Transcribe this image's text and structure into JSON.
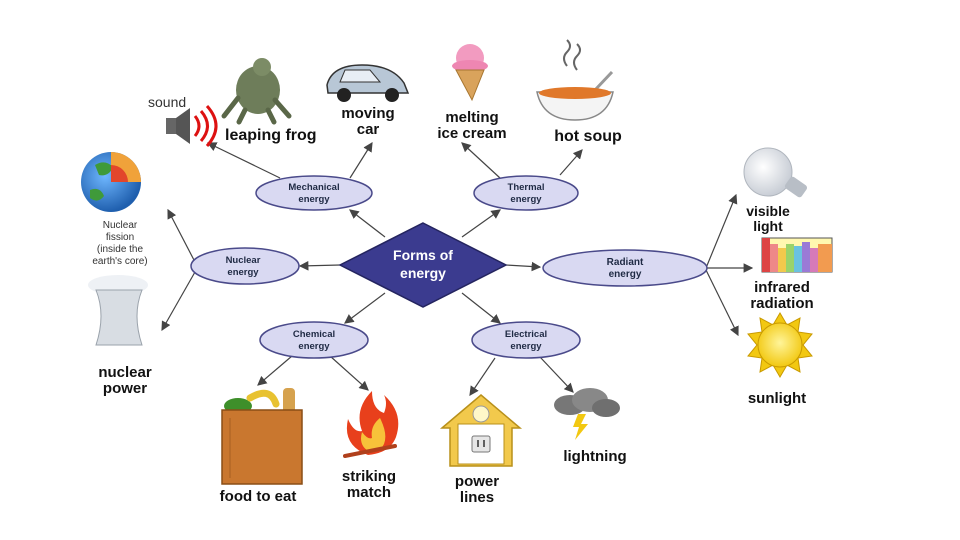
{
  "center": {
    "line1": "Forms of",
    "line2": "energy"
  },
  "nodes": {
    "mechanical": {
      "line1": "Mechanical",
      "line2": "energy"
    },
    "thermal": {
      "line1": "Thermal",
      "line2": "energy"
    },
    "nuclear": {
      "line1": "Nuclear",
      "line2": "energy"
    },
    "radiant": {
      "line1": "Radiant",
      "line2": "energy"
    },
    "chemical": {
      "line1": "Chemical",
      "line2": "energy"
    },
    "electrical": {
      "line1": "Electrical",
      "line2": "energy"
    }
  },
  "examples": {
    "sound": "sound",
    "leaping_frog": "leaping frog",
    "moving_car": {
      "line1": "moving",
      "line2": "car"
    },
    "melting_ice_cream": {
      "line1": "melting",
      "line2": "ice cream"
    },
    "hot_soup": "hot soup",
    "nuclear_fission": {
      "line1": "Nuclear",
      "line2": "fission",
      "line3": "(inside the",
      "line4": "earth's core)"
    },
    "nuclear_power": {
      "line1": "nuclear",
      "line2": "power"
    },
    "visible_light": {
      "line1": "visible",
      "line2": "light"
    },
    "infrared_radiation": {
      "line1": "infrared",
      "line2": "radiation"
    },
    "sunlight": "sunlight",
    "food_to_eat": "food to eat",
    "striking_match": {
      "line1": "striking",
      "line2": "match"
    },
    "power_lines": {
      "line1": "power",
      "line2": "lines"
    },
    "lightning": "lightning"
  },
  "colors": {
    "center_fill": "#3b3b8f",
    "node_fill": "#d9d9f2",
    "node_stroke": "#4a4a8a",
    "sun": "#f7d31a",
    "flame": "#e8401c",
    "bag": "#c9772f"
  },
  "icons": [
    "speaker-icon",
    "frog-icon",
    "car-icon",
    "ice-cream-icon",
    "soup-bowl-icon",
    "earth-icon",
    "cooling-tower-icon",
    "light-bulb-icon",
    "spectrum-chart-icon",
    "sun-icon",
    "grocery-bag-icon",
    "flame-icon",
    "house-outlet-icon",
    "storm-cloud-icon"
  ]
}
